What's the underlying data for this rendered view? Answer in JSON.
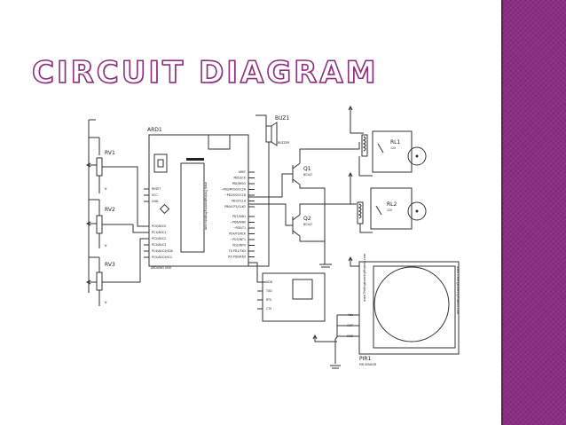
{
  "slide": {
    "title": "CIRCUIT DIAGRAM",
    "accent_color": "#8a2d83",
    "background_color": "#ffffff"
  },
  "diagram": {
    "components": {
      "ard1": "ARD1",
      "rv1": "RV1",
      "rv2": "RV2",
      "rv3": "RV3",
      "buz1": "BUZ1",
      "buzzer": "BUZZER",
      "q1": "Q1",
      "q1_part": "BC547",
      "q2": "Q2",
      "q2_part": "BC547",
      "rl1": "RL1",
      "rl1_volt": "12V",
      "rl2": "RL2",
      "rl2_volt": "12V",
      "pir1": "PIR1",
      "pir_sensor": "PIR SENSOR",
      "arduino_uno": "ARDUINO UNO",
      "watermark": "www.TheEngineeringProjects.com",
      "vertical_brand": "www.TheEngineeringProjects.com"
    },
    "pins": {
      "ard_left": [
        "RESET",
        "VCC",
        "GND",
        "PC0/ADC0",
        "PC1/ADC1",
        "PC2/ADC2",
        "PC3/ADC3",
        "PC4/ADC4/SDA",
        "PC5/ADC5/SCL"
      ],
      "ard_right_top": [
        "AREF",
        "PB5/SCK",
        "PB4/MISO",
        "~PB3/MOSI/OC2A",
        "~PB2/SS/OC1B",
        "PB1/OC1A",
        "PB0/ICP1/CLKO"
      ],
      "ard_right_bottom": [
        "PD7/AIN1",
        "~PD6/AIN0",
        "~PD5/T1",
        "PD4/T0/XCK",
        "~PD3/INT1",
        "PD2/INT0",
        "TX PD1/TXD",
        "RX PD0/RXD"
      ],
      "serial": [
        "VDD",
        "TXD",
        "RTS",
        "CTS"
      ],
      "pir": [
        "Vcc",
        "OUT",
        "GND"
      ],
      "pot_pin": "N"
    }
  }
}
